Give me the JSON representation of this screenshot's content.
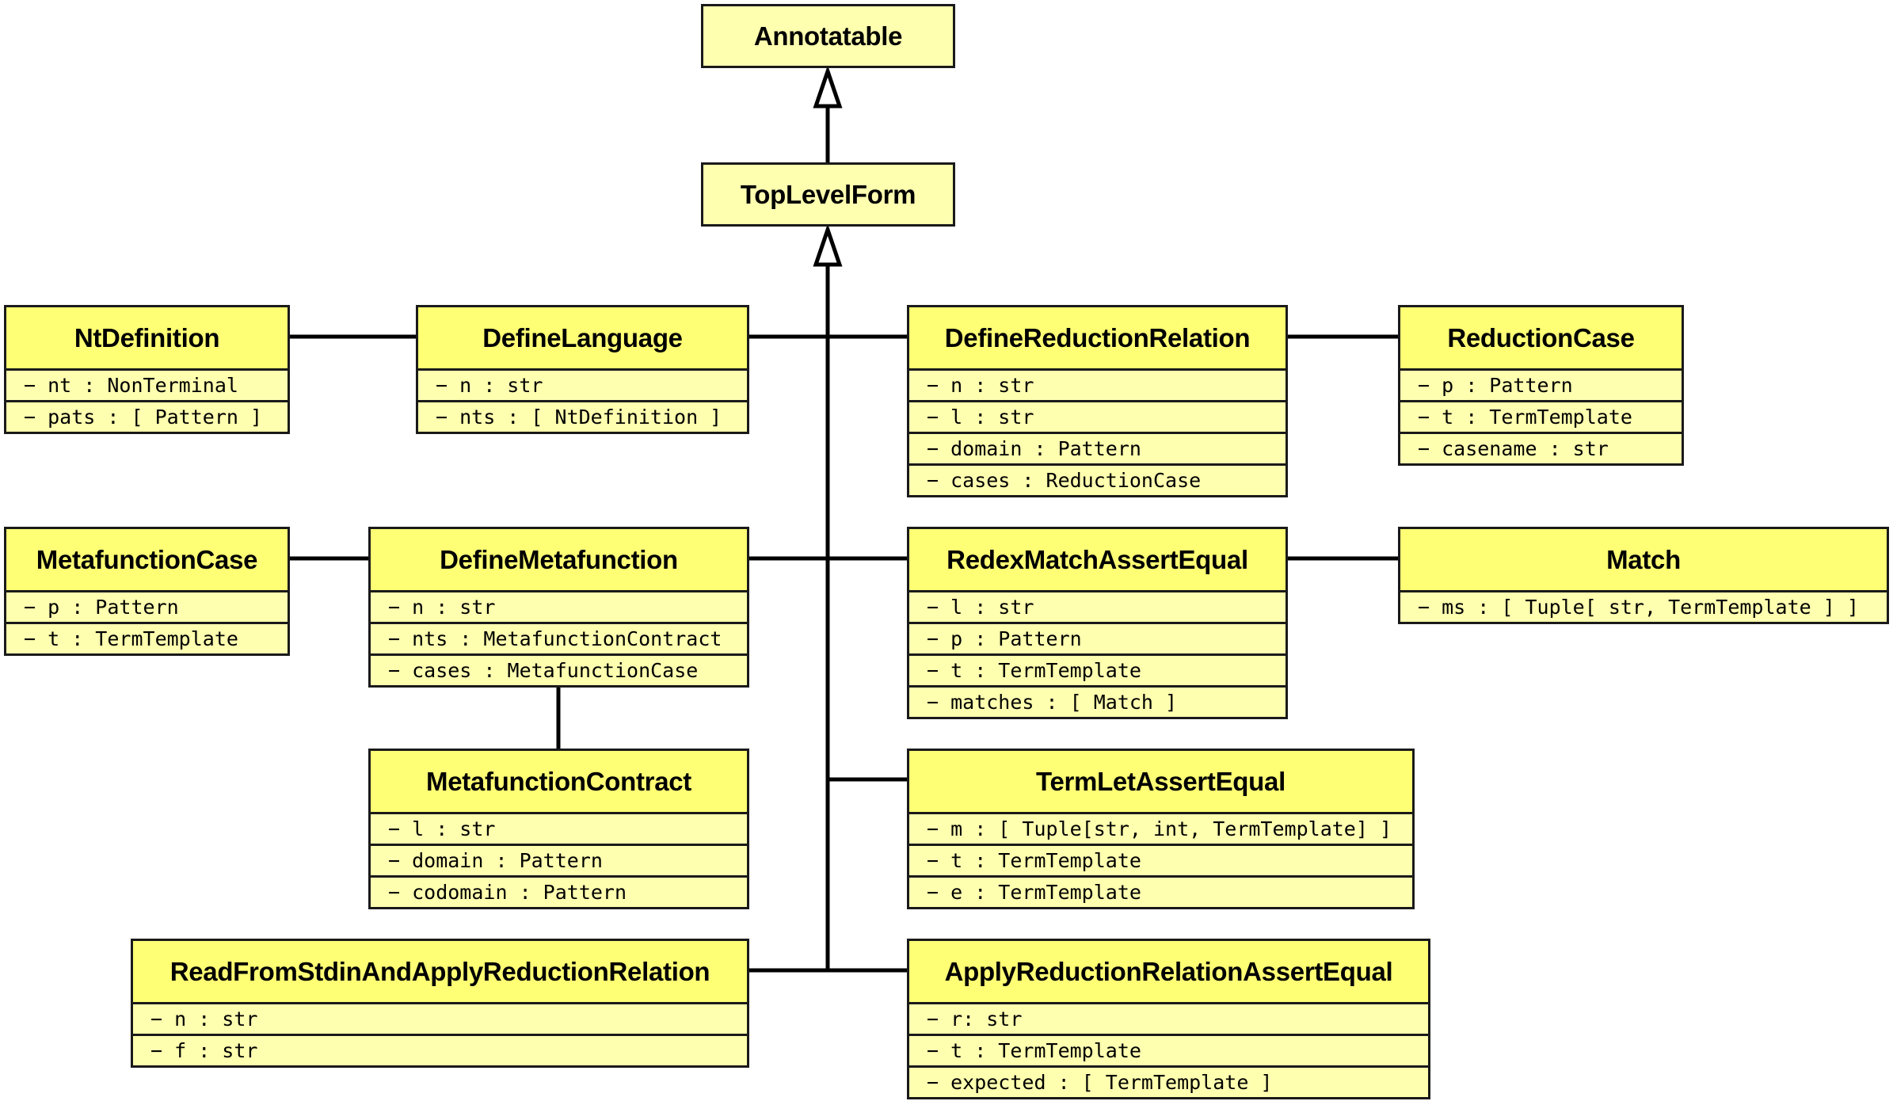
{
  "classes": {
    "annotatable": {
      "name": "Annotatable",
      "attrs": []
    },
    "toplevelform": {
      "name": "TopLevelForm",
      "attrs": []
    },
    "ntdefinition": {
      "name": "NtDefinition",
      "attrs": [
        "− nt : NonTerminal",
        "− pats : [ Pattern ]"
      ]
    },
    "definelanguage": {
      "name": "DefineLanguage",
      "attrs": [
        "− n : str",
        "− nts : [ NtDefinition ]"
      ]
    },
    "definereductionrelation": {
      "name": "DefineReductionRelation",
      "attrs": [
        "− n : str",
        "− l : str",
        "− domain : Pattern",
        "− cases : ReductionCase"
      ]
    },
    "reductioncase": {
      "name": "ReductionCase",
      "attrs": [
        "− p : Pattern",
        "− t : TermTemplate",
        "− casename : str"
      ]
    },
    "metafunctioncase": {
      "name": "MetafunctionCase",
      "attrs": [
        "− p : Pattern",
        "− t : TermTemplate"
      ]
    },
    "definemetafunction": {
      "name": "DefineMetafunction",
      "attrs": [
        "− n : str",
        "− nts : MetafunctionContract",
        "− cases : MetafunctionCase"
      ]
    },
    "redexmatchassertequal": {
      "name": "RedexMatchAssertEqual",
      "attrs": [
        "− l : str",
        "− p : Pattern",
        "− t : TermTemplate",
        "− matches : [ Match ]"
      ]
    },
    "match": {
      "name": "Match",
      "attrs": [
        "− ms : [ Tuple[ str, TermTemplate ] ]"
      ]
    },
    "metafunctioncontract": {
      "name": "MetafunctionContract",
      "attrs": [
        "− l : str",
        "− domain : Pattern",
        "− codomain : Pattern"
      ]
    },
    "termletassertequal": {
      "name": "TermLetAssertEqual",
      "attrs": [
        "− m : [ Tuple[str, int, TermTemplate] ]",
        "− t : TermTemplate",
        "− e : TermTemplate"
      ]
    },
    "readfromstdin": {
      "name": "ReadFromStdinAndApplyReductionRelation",
      "attrs": [
        "− n : str",
        "− f : str"
      ]
    },
    "applyreductionrelationassertequal": {
      "name": "ApplyReductionRelationAssertEqual",
      "attrs": [
        "− r: str",
        "− t : TermTemplate",
        "− expected : [ TermTemplate ]"
      ]
    }
  },
  "colors": {
    "header_fill": "#ffff75",
    "body_fill": "#ffffb0",
    "border": "#1a1a1a",
    "edge": "#000000"
  }
}
